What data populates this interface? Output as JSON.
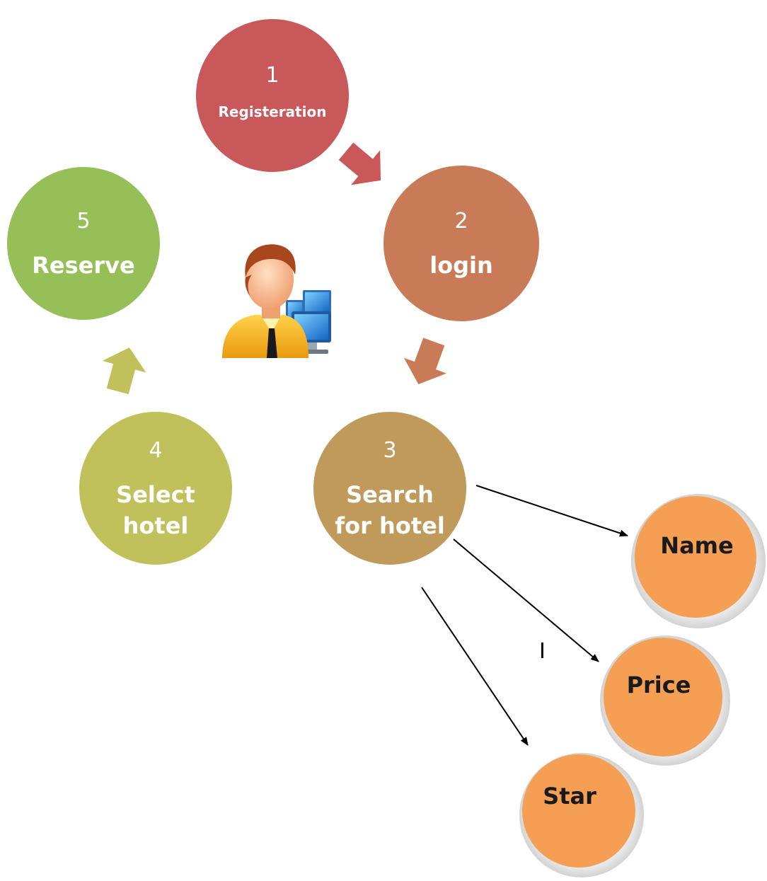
{
  "steps": [
    {
      "number": "1",
      "lines": [
        "Registeration"
      ],
      "color": "#c9585a"
    },
    {
      "number": "2",
      "lines": [
        "login"
      ],
      "color": "#c97a57"
    },
    {
      "number": "3",
      "lines": [
        "Search",
        "for hotel"
      ],
      "color": "#bf9a5a"
    },
    {
      "number": "4",
      "lines": [
        "Select",
        "hotel"
      ],
      "color": "#c1c15c"
    },
    {
      "number": "5",
      "lines": [
        "Reserve"
      ],
      "color": "#96bf58"
    }
  ],
  "criteria": [
    {
      "label": "Name",
      "color": "#f59f54"
    },
    {
      "label": "Price",
      "color": "#f59f54"
    },
    {
      "label": "Star",
      "color": "#f59f54"
    }
  ],
  "stray_mark": "I",
  "icons": {
    "center": "user-at-computer-icon"
  }
}
